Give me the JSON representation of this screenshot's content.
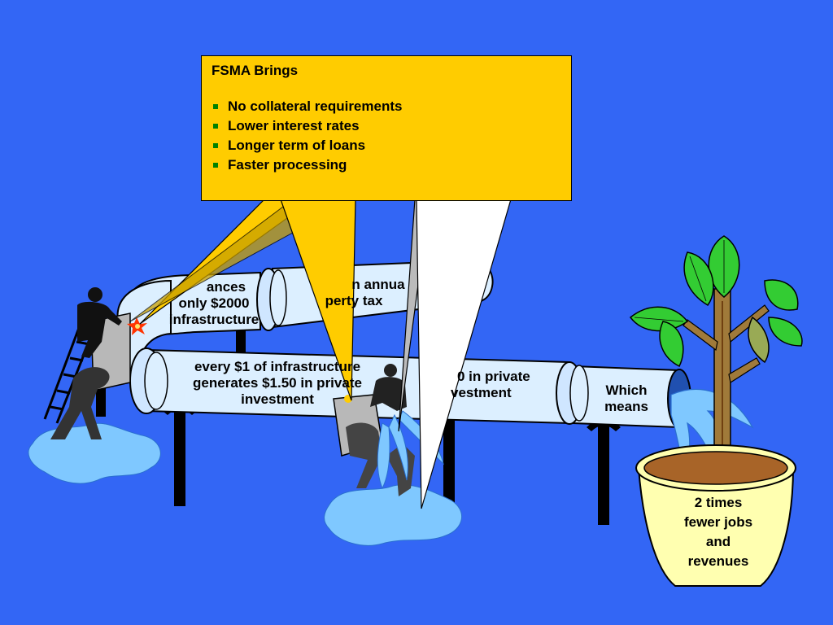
{
  "callout": {
    "title": "FSMA Brings",
    "items": [
      "No collateral requirements",
      "Lower interest rates",
      "Longer term of loans",
      "Faster processing"
    ]
  },
  "pipe_labels": {
    "top_left": [
      "ances",
      "only $2000",
      "infrastructure"
    ],
    "top_right": [
      "n annua",
      "perty tax"
    ],
    "middle": [
      "every $1 of infrastructure",
      "generates $1.50 in private",
      "investment"
    ],
    "right_mid": [
      "0 in private",
      "vestment"
    ],
    "which_means": [
      "Which",
      "means"
    ]
  },
  "pot": {
    "text": [
      "2 times",
      "fewer jobs",
      "and",
      "revenues"
    ]
  },
  "colors": {
    "background": "#3366f5",
    "callout": "#ffcc00",
    "pipe": "#dcefff",
    "pot": "#ffffb0",
    "leaf": "#33cc33",
    "water": "#7fc8ff"
  }
}
